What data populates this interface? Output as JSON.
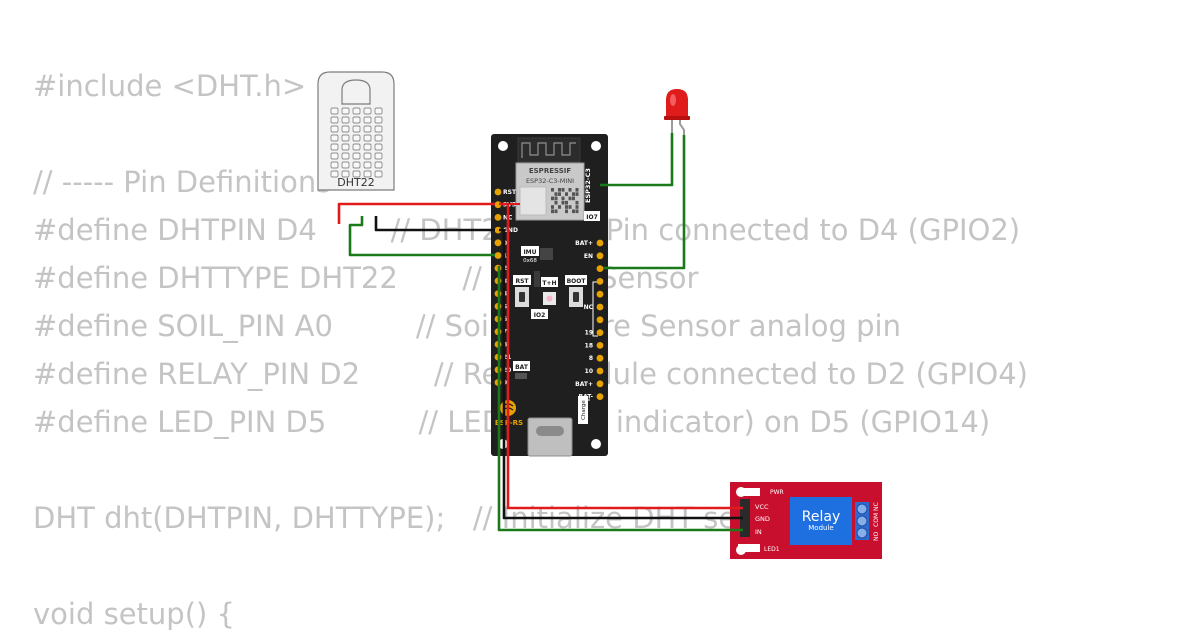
{
  "code": {
    "lines": [
      "#include <DHT.h>",
      "",
      "// ----- Pin Definitions -----",
      "#define DHTPIN D4        // DHT22 Data Pin connected to D4 (GPIO2)",
      "#define DHTTYPE DHT22       // DHT22 Sensor",
      "#define SOIL_PIN A0         // Soil Moisture Sensor analog pin",
      "#define RELAY_PIN D2        // Relay Module connected to D2 (GPIO4)",
      "#define LED_PIN D5          // LED (Pump indicator) on D5 (GPIO14)",
      "",
      "DHT dht(DHTPIN, DHTTYPE);   // Initialize DHT sensor",
      "",
      "void setup() {"
    ]
  },
  "dht": {
    "label": "DHT22"
  },
  "board": {
    "brand": "ESPRESSIF",
    "module": "ESP32-C3-MINI",
    "side_label": "ESP32-C3",
    "left_pins": [
      "RST",
      "3V3",
      "NC",
      "GND",
      "0",
      "1",
      "2",
      "3",
      "4",
      "5",
      "6",
      "7",
      "8",
      "21",
      "20",
      "9"
    ],
    "right_pins": [
      "IO7",
      "BAT+",
      "EN",
      "",
      "",
      "",
      "NC",
      "",
      "19",
      "18",
      "8",
      "10",
      "BAT+",
      "BAT-"
    ],
    "imu_label": "IMU",
    "imu_addr": "0x68",
    "rst_label": "RST",
    "boot_label": "BOOT",
    "th_label": "T+H",
    "io2_label": "IO2",
    "bat_label": "BAT",
    "logo_text": "ESP-RS",
    "charge_label": "Charge"
  },
  "relay": {
    "title": "Relay",
    "subtitle": "Module",
    "pins": [
      "VCC",
      "GND",
      "IN"
    ],
    "pwr_label": "PWR",
    "led_label": "LED1",
    "terminals": [
      "NO",
      "COM",
      "NC"
    ]
  },
  "colors": {
    "wire_red": "#e01b1b",
    "wire_black": "#111111",
    "wire_green": "#1a7a1a",
    "board": "#1f1f1f",
    "pin_gold": "#e8a200",
    "relay_red": "#c8102e",
    "relay_blue": "#1e6fe0",
    "code_text": "#c4c4c4"
  }
}
